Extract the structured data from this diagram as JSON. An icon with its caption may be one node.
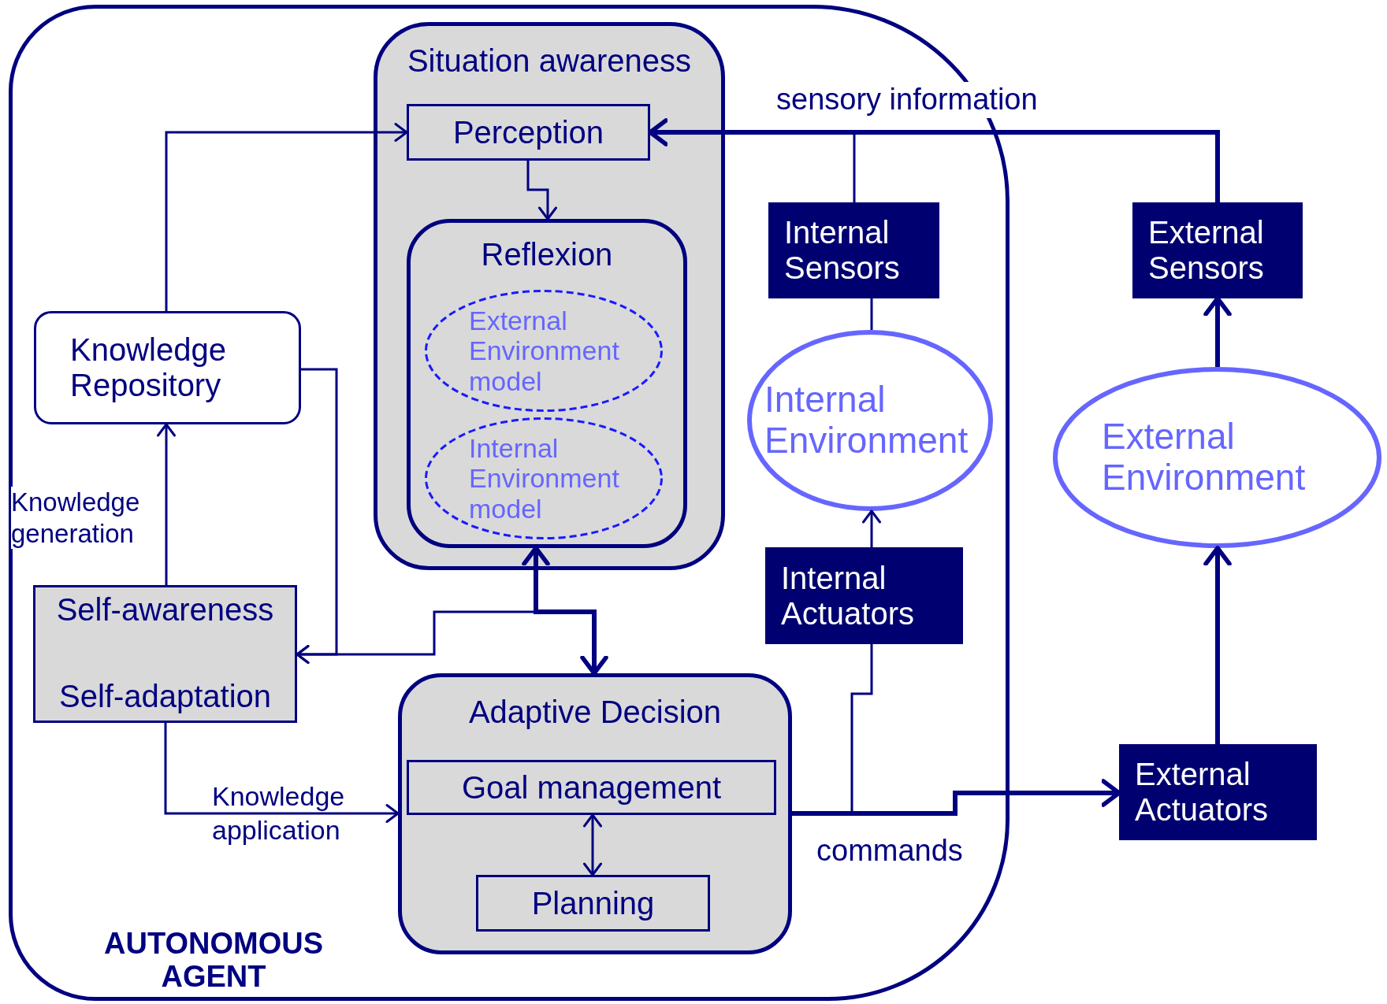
{
  "diagram": {
    "nodes": [
      {
        "text": [
          "AUTONOMOUS AGENT"
        ]
      },
      {
        "text": [
          "Situation awareness"
        ],
        "in": 0
      },
      {
        "text": [
          "Perception"
        ],
        "in": 1
      },
      {
        "text": [
          "Reflexion"
        ],
        "in": 1
      },
      {
        "text": [
          "External Environment model"
        ],
        "in": 3
      },
      {
        "text": [
          "Internal Environment model"
        ],
        "in": 3
      },
      {
        "text": [
          "Knowledge Repository"
        ],
        "in": 0
      },
      {
        "text": [
          "Self-awareness",
          "Self-adaptation"
        ],
        "in": 0
      },
      {
        "text": [
          "Adaptive Decision"
        ],
        "in": 0
      },
      {
        "text": [
          "Goal management"
        ],
        "in": 8
      },
      {
        "text": [
          "Planning"
        ],
        "in": 8
      },
      {
        "text": [
          "Internal Sensors"
        ],
        "in": 0
      },
      {
        "text": [
          "Internal Environment"
        ],
        "in": 0
      },
      {
        "text": [
          "Internal Actuators"
        ],
        "in": 0
      },
      {
        "text": [
          "External Sensors"
        ]
      },
      {
        "text": [
          "External Environment"
        ]
      },
      {
        "text": [
          "External Actuators"
        ]
      }
    ],
    "edges": [
      {
        "from": 6,
        "to": 2,
        "arrow": "to"
      },
      {
        "from": 2,
        "to": 3,
        "arrow": "to"
      },
      {
        "from": 14,
        "to": 2,
        "arrow": "to",
        "label": "sensory information",
        "style": "thick"
      },
      {
        "from": 11,
        "to": 2,
        "arrow": "to"
      },
      {
        "from": 12,
        "to": 11,
        "arrow": "none"
      },
      {
        "from": 13,
        "to": 12,
        "arrow": "to"
      },
      {
        "from": 15,
        "to": 14,
        "arrow": "to",
        "style": "thick"
      },
      {
        "from": 16,
        "to": 15,
        "arrow": "to",
        "style": "thick"
      },
      {
        "from": 8,
        "to": 16,
        "arrow": "to",
        "label": "commands",
        "style": "thick"
      },
      {
        "from": 8,
        "to": 13,
        "arrow": "none"
      },
      {
        "from": 6,
        "to": 7,
        "arrow": "to"
      },
      {
        "from": 3,
        "to": 8,
        "arrow": "both",
        "style": "thick"
      },
      {
        "from": 3,
        "to": 7,
        "arrow": "to"
      },
      {
        "from": 7,
        "to": 6,
        "arrow": "to",
        "label": "Knowledge generation"
      },
      {
        "from": 7,
        "to": 8,
        "arrow": "to",
        "label": "Knowledge application"
      },
      {
        "from": 9,
        "to": 10,
        "arrow": "both"
      }
    ]
  }
}
